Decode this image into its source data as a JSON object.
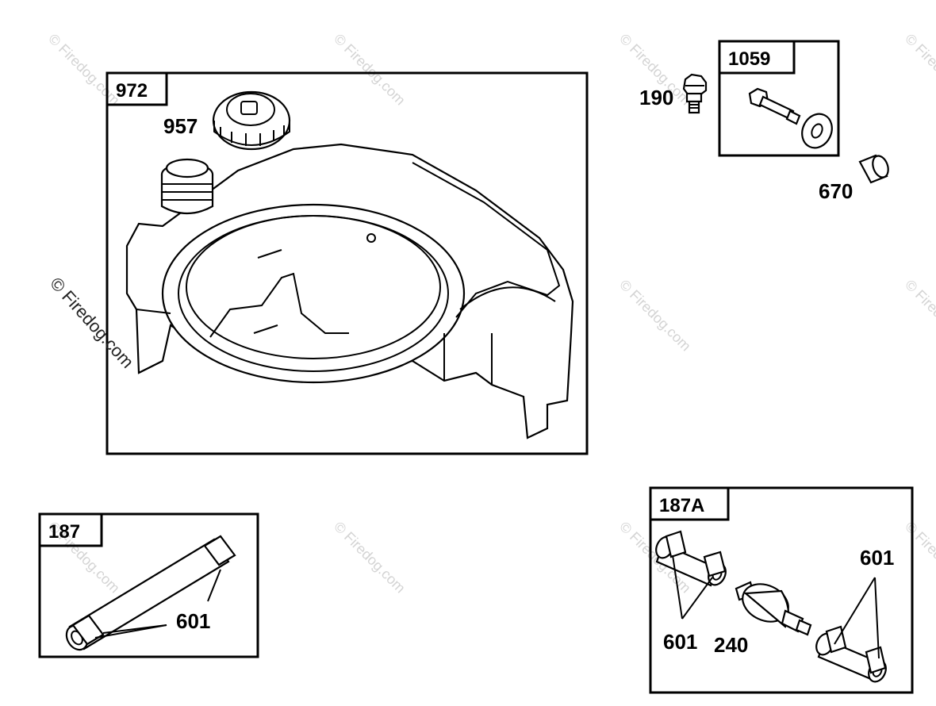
{
  "boxes": {
    "fuel_tank": "972",
    "screw_kit": "1059",
    "fuel_line": "187",
    "fuel_line_filter": "187A"
  },
  "parts": {
    "cap": "957",
    "screw": "190",
    "spacer": "670",
    "clamp_a": "601",
    "clamp_b": "601",
    "clamp_c": "601",
    "filter": "240"
  },
  "watermark": {
    "text": "© Firedog.com"
  },
  "colors": {
    "ink": "#000000",
    "watermark": "#d4d4d4",
    "background": "#ffffff"
  }
}
